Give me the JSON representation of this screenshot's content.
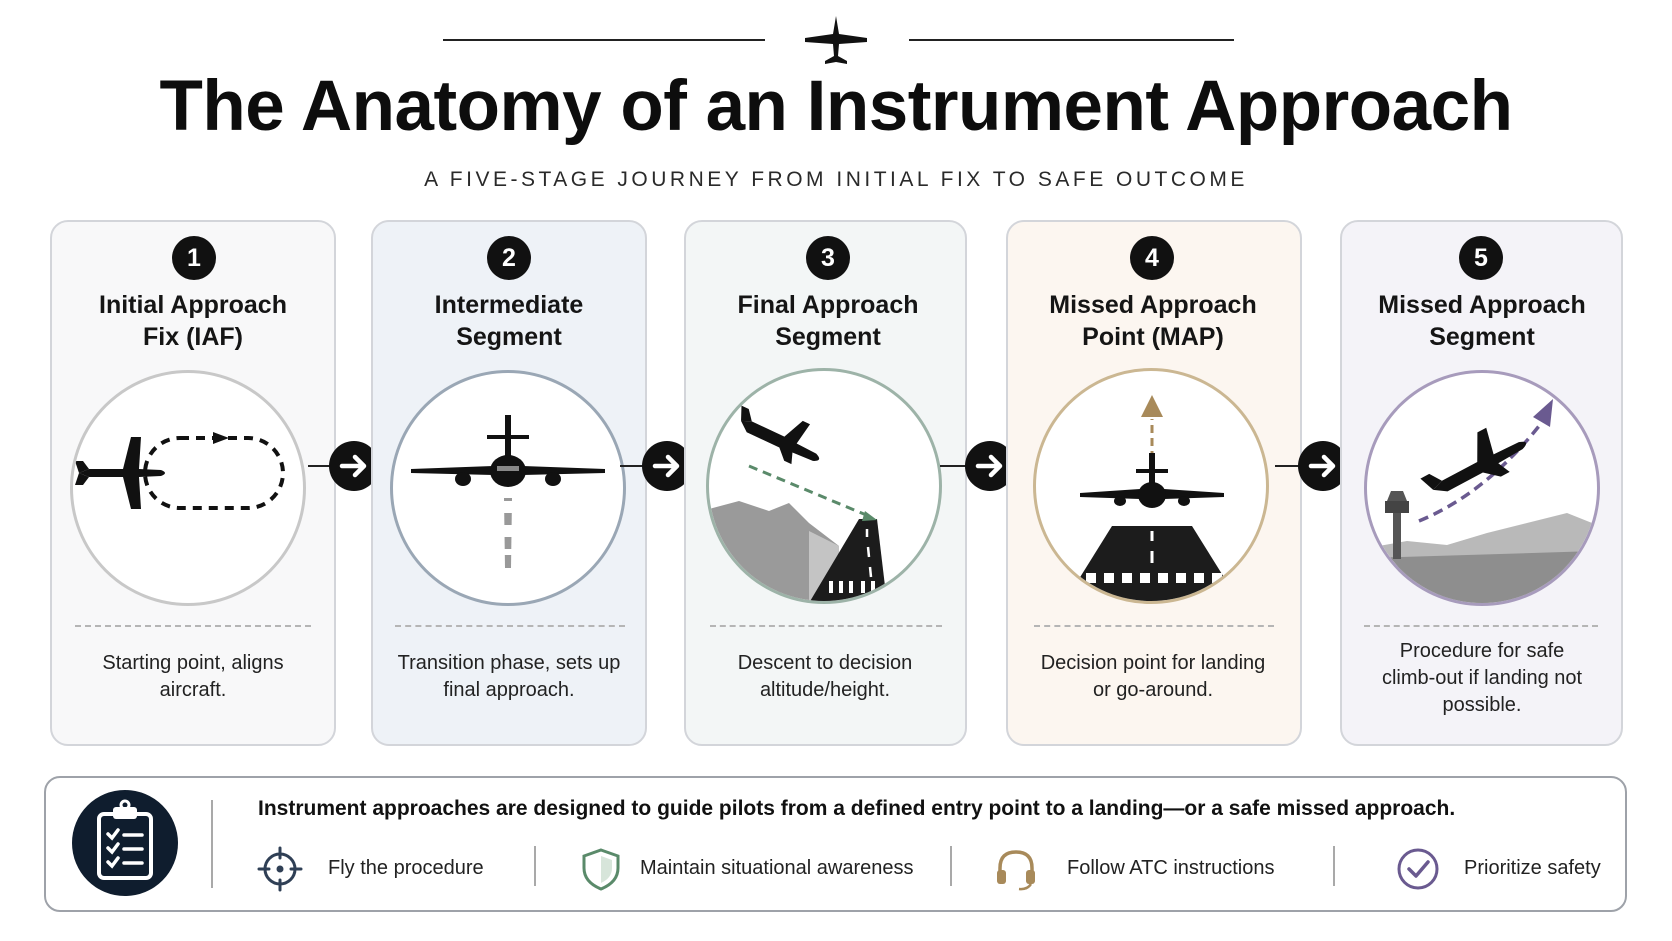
{
  "header": {
    "title": "The Anatomy of an Instrument Approach",
    "subtitle": "A FIVE-STAGE JOURNEY FROM INITIAL FIX TO SAFE OUTCOME"
  },
  "stages": [
    {
      "number": "1",
      "title": "Initial Approach Fix (IAF)",
      "description": "Starting point, aligns aircraft.",
      "icon": "holding-pattern-icon"
    },
    {
      "number": "2",
      "title": "Intermediate Segment",
      "description": "Transition phase, sets up final approach.",
      "icon": "aircraft-front-icon"
    },
    {
      "number": "3",
      "title": "Final Approach Segment",
      "description": "Descent to decision altitude/height.",
      "icon": "descent-to-runway-icon"
    },
    {
      "number": "4",
      "title": "Missed Approach Point (MAP)",
      "description": "Decision point for landing or go-around.",
      "icon": "runway-decision-icon"
    },
    {
      "number": "5",
      "title": "Missed Approach Segment",
      "description": "Procedure for safe climb-out if landing not possible.",
      "icon": "climb-out-icon"
    }
  ],
  "summary": {
    "text": "Instrument approaches are designed to guide pilots from a defined entry point to a landing—or a safe missed approach.",
    "tips": [
      {
        "label": "Fly the procedure",
        "icon": "crosshair-icon"
      },
      {
        "label": "Maintain situational awareness",
        "icon": "shield-icon"
      },
      {
        "label": "Follow ATC instructions",
        "icon": "headset-icon"
      },
      {
        "label": "Prioritize safety",
        "icon": "checkmark-circle-icon"
      }
    ]
  },
  "colors": {
    "card1_bg": "#f8f8f9",
    "card2_bg": "#eef2f7",
    "card3_bg": "#f3f6f6",
    "card4_bg": "#fcf6f0",
    "card5_bg": "#f4f3f8",
    "circle1_border": "#c8c8c8",
    "circle2_border": "#9aa7b5",
    "circle3_border": "#9db3a8",
    "circle4_border": "#cbb792",
    "circle5_border": "#a79bbc",
    "accent_green": "#5a8a6a",
    "accent_gold": "#a88a5a",
    "accent_purple": "#6a5a90",
    "badge_navy": "#0f1d2e"
  }
}
